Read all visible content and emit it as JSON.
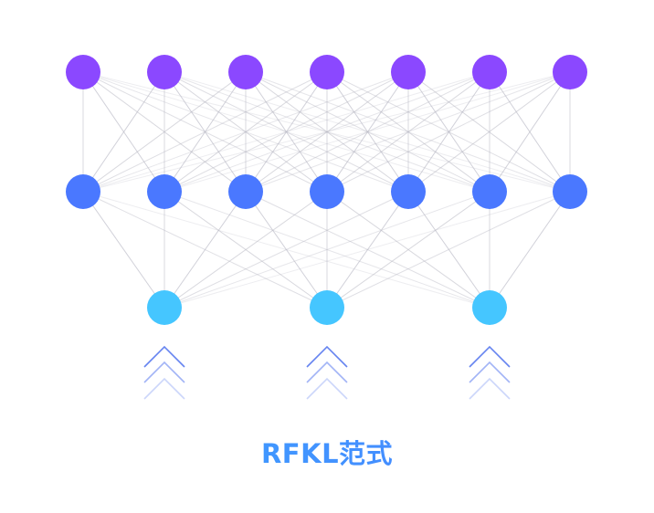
{
  "title": "RFKL范式",
  "network": {
    "layers": [
      {
        "name": "top",
        "count": 7,
        "color": "#8B48FF"
      },
      {
        "name": "middle",
        "count": 7,
        "color": "#4A78FF"
      },
      {
        "name": "bottom",
        "count": 3,
        "color": "#45C6FF"
      }
    ],
    "connections": "fully-connected",
    "edge_color": "#b8b8c4",
    "arrow_color": "#5577ee",
    "arrow_icon": "chevron-up-triple-icon"
  }
}
